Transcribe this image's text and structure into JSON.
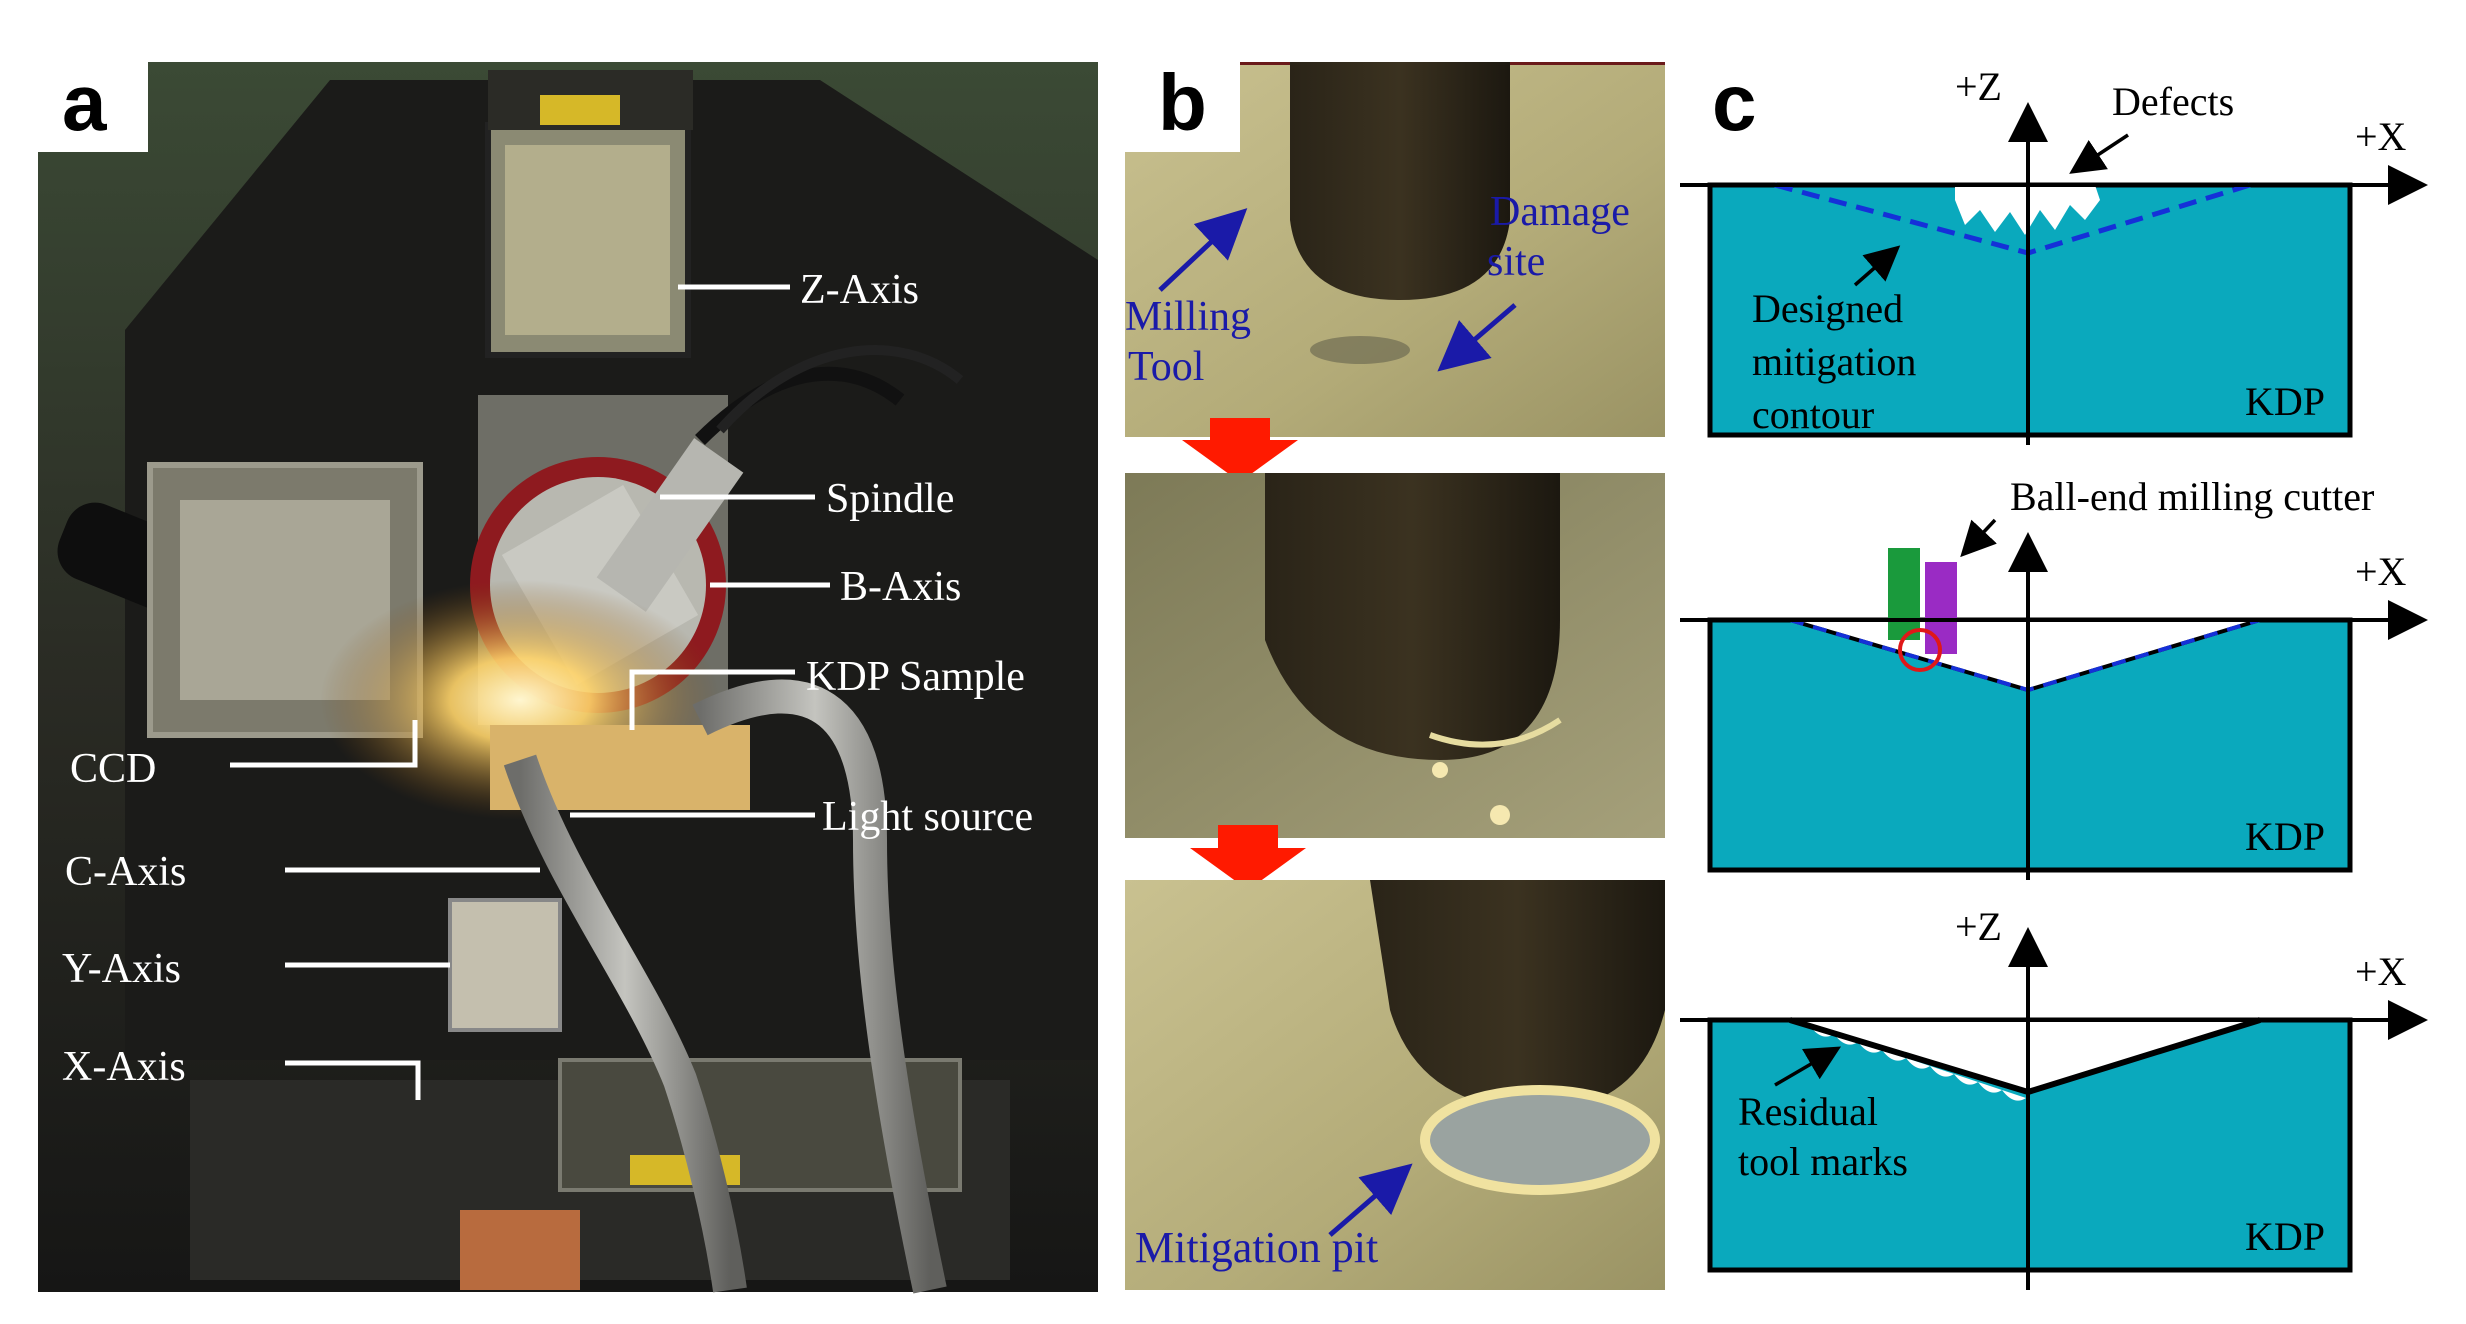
{
  "panel_a": {
    "letter": "a",
    "labels": {
      "z_axis": "Z-Axis",
      "spindle": "Spindle",
      "b_axis": "B-Axis",
      "kdp_sample": "KDP Sample",
      "ccd": "CCD",
      "light_source": "Light source",
      "c_axis": "C-Axis",
      "y_axis": "Y-Axis",
      "x_axis": "X-Axis"
    }
  },
  "panel_b": {
    "letter": "b",
    "labels": {
      "milling_tool_1": "Milling",
      "milling_tool_2": "Tool",
      "damage_site_1": "Damage",
      "damage_site_2": "site",
      "mitigation_pit": "Mitigation pit"
    },
    "colors": {
      "annotation": "#1a1aa8",
      "arrow_down": "#ff1a00"
    }
  },
  "panel_c": {
    "letter": "c",
    "colors": {
      "fill": "#0aa9bd",
      "dashed": "#1530d8",
      "tool_green": "#1a9a3c",
      "tool_purple": "#9a2bc4",
      "circle": "#e01818"
    },
    "top": {
      "z_label": "+Z",
      "x_label": "+X",
      "defects": "Defects",
      "designed_1": "Designed",
      "designed_2": "mitigation",
      "designed_3": "contour",
      "material": "KDP"
    },
    "middle": {
      "cutter": "Ball-end milling cutter",
      "x_label": "+X",
      "material": "KDP"
    },
    "bottom": {
      "z_label": "+Z",
      "x_label": "+X",
      "residual_1": "Residual",
      "residual_2": "tool marks",
      "material": "KDP"
    }
  }
}
